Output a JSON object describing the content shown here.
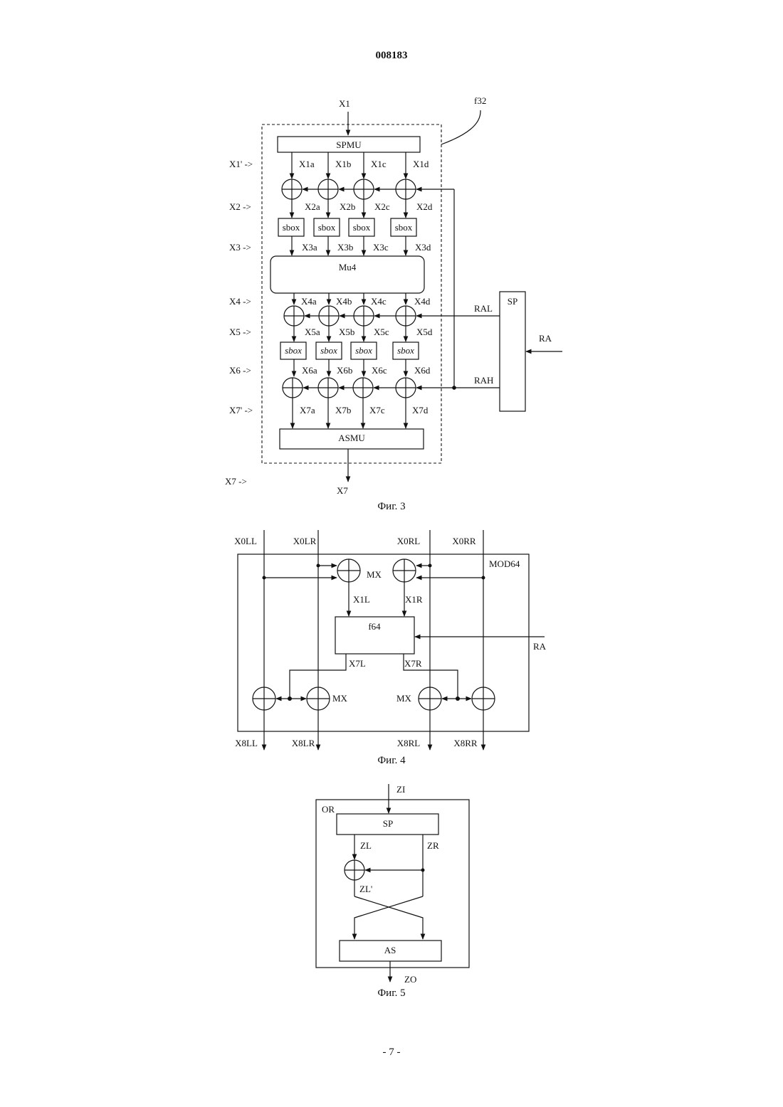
{
  "header": {
    "doc_number": "008183"
  },
  "footer": {
    "page_number": "- 7 -"
  },
  "fig3": {
    "caption": "Фиг. 3",
    "input": "X1",
    "output": "X7",
    "block_name": "f32",
    "spmu": "SPMU",
    "mu4": "Mu4",
    "asmu": "ASMU",
    "sbox": "sbox",
    "sp": "SP",
    "ra": "RA",
    "ral": "RAL",
    "rah": "RAH",
    "stages": [
      "X1' ->",
      "X2 ->",
      "X3 ->",
      "X4 ->",
      "X5 ->",
      "X6 ->",
      "X7' ->",
      "X7 ->"
    ],
    "signals": {
      "x1": [
        "X1a",
        "X1b",
        "X1c",
        "X1d"
      ],
      "x2": [
        "X2a",
        "X2b",
        "X2c",
        "X2d"
      ],
      "x3": [
        "X3a",
        "X3b",
        "X3c",
        "X3d"
      ],
      "x4": [
        "X4a",
        "X4b",
        "X4c",
        "X4d"
      ],
      "x5": [
        "X5a",
        "X5b",
        "X5c",
        "X5d"
      ],
      "x6": [
        "X6a",
        "X6b",
        "X6c",
        "X6d"
      ],
      "x7": [
        "X7a",
        "X7b",
        "X7c",
        "X7d"
      ]
    }
  },
  "fig4": {
    "caption": "Фиг. 4",
    "inputs": [
      "X0LL",
      "X0LR",
      "X0RL",
      "X0RR"
    ],
    "outputs": [
      "X8LL",
      "X8LR",
      "X8RL",
      "X8RR"
    ],
    "mod": "MOD64",
    "f64": "f64",
    "mx": "MX",
    "x1l": "X1L",
    "x1r": "X1R",
    "x7l": "X7L",
    "x7r": "X7R",
    "ra": "RA"
  },
  "fig5": {
    "caption": "Фиг. 5",
    "input": "ZI",
    "output": "ZO",
    "or": "OR",
    "sp": "SP",
    "as": "AS",
    "zl": "ZL",
    "zr": "ZR",
    "zl_prime": "ZL'"
  }
}
